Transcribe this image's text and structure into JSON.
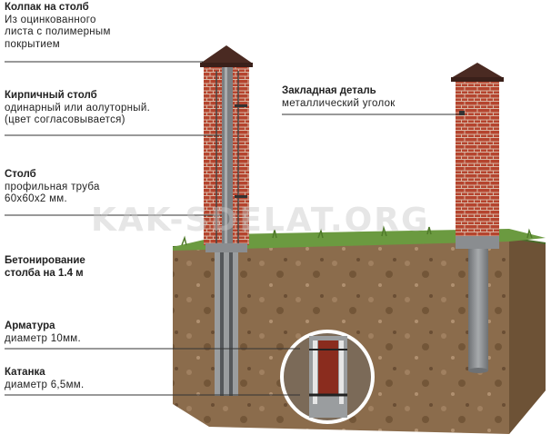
{
  "labels": {
    "cap": {
      "title": "Колпак на столб",
      "desc": [
        "Из оцинкованного",
        "листа с полимерным",
        "покрытием"
      ]
    },
    "brick": {
      "title": "Кирпичный столб",
      "desc": [
        "одинарный или аолуторный.",
        "(цвет согласовывается)"
      ]
    },
    "post": {
      "title": "Столб",
      "desc": [
        "профильная труба",
        "60x60x2 мм."
      ]
    },
    "concrete": {
      "title": [
        "Бетонирование",
        "столба на 1.4 м"
      ]
    },
    "rebar": {
      "title": "Арматура",
      "desc": [
        "диаметр 10мм."
      ]
    },
    "wire": {
      "title": "Катанка",
      "desc": [
        "диаметр 6,5мм."
      ]
    },
    "embed": {
      "title": "Закладная деталь",
      "desc": [
        "металлический уголок"
      ]
    }
  },
  "watermark": "KAK-SDELAT.ORG",
  "colors": {
    "brick": "#b5442e",
    "cap": "#4a2a22",
    "soil": "#8a6a4a",
    "grass": "#5f8a3a",
    "pipe": "#8a8d90"
  }
}
